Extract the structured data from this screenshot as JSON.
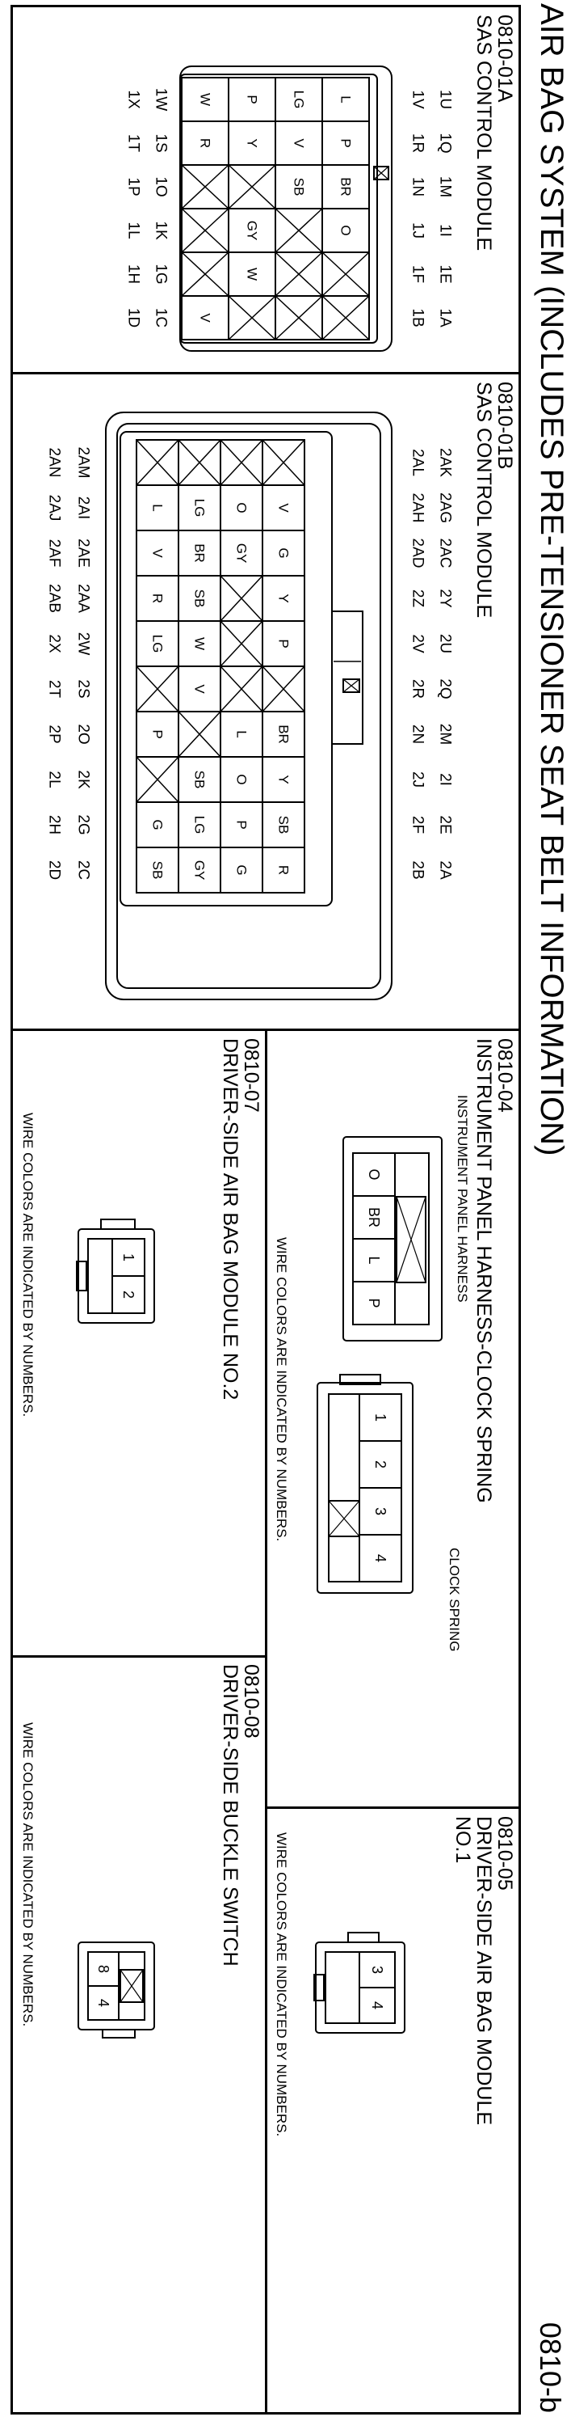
{
  "page": {
    "title": "AIR BAG SYSTEM (INCLUDES PRE-TENSIONER SEAT BELT INFORMATION)",
    "code": "0810-b"
  },
  "note": "WIRE COLORS ARE INDICATED BY NUMBERS.",
  "c01a": {
    "code": "0810-01A",
    "name": "SAS CONTROL MODULE",
    "top_labels": [
      "1U",
      "1Q",
      "1M",
      "1I",
      "1E",
      "1A"
    ],
    "row1_labels": [
      "1V",
      "1R",
      "1N",
      "1J",
      "1F",
      "1B"
    ],
    "row3_labels": [
      "1W",
      "1S",
      "1O",
      "1K",
      "1G",
      "1C"
    ],
    "bottom_labels": [
      "1X",
      "1T",
      "1P",
      "1L",
      "1H",
      "1D"
    ],
    "grid": [
      [
        "L",
        "P",
        "BR",
        "O",
        "",
        ""
      ],
      [
        "LG",
        "V",
        "SB",
        "",
        "",
        ""
      ],
      [
        "P",
        "Y",
        "",
        "GY",
        "W",
        ""
      ],
      [
        "W",
        "R",
        "",
        "",
        "",
        "V"
      ]
    ]
  },
  "c01b": {
    "code": "0810-01B",
    "name": "SAS CONTROL MODULE",
    "top_labels": [
      "2AK",
      "2AG",
      "2AC",
      "2Y",
      "2U",
      "2Q",
      "2M",
      "2I",
      "2E",
      "2A"
    ],
    "row1_labels": [
      "2AL",
      "2AH",
      "2AD",
      "2Z",
      "2V",
      "2R",
      "2N",
      "2J",
      "2F",
      "2B"
    ],
    "row3_labels": [
      "2AM",
      "2AI",
      "2AE",
      "2AA",
      "2W",
      "2S",
      "2O",
      "2K",
      "2G",
      "2C"
    ],
    "bottom_labels": [
      "2AN",
      "2AJ",
      "2AF",
      "2AB",
      "2X",
      "2T",
      "2P",
      "2L",
      "2H",
      "2D"
    ],
    "grid": [
      [
        "V",
        "G",
        "Y",
        "P",
        "",
        "BR",
        "Y",
        "SB",
        "R"
      ],
      [
        "O",
        "GY",
        "",
        "",
        "",
        "L",
        "O",
        "P",
        "G"
      ],
      [
        "LG",
        "BR",
        "SB",
        "W",
        "V",
        "",
        "SB",
        "LG",
        "GY"
      ],
      [
        "",
        "L",
        "V",
        "R",
        "LG",
        "",
        "P",
        "",
        "G",
        "SB"
      ]
    ]
  },
  "c04": {
    "code": "0810-04",
    "name": "INSTRUMENT PANEL HARNESS-CLOCK SPRING",
    "left_sub": "INSTRUMENT PANEL HARNESS",
    "left_pins": [
      "O",
      "BR",
      "L",
      "P"
    ],
    "right_sub": "CLOCK SPRING",
    "right_pins": [
      "1",
      "2",
      "3",
      "4"
    ]
  },
  "c05": {
    "code": "0810-05",
    "name1": "DRIVER-SIDE AIR BAG MODULE",
    "name2": "NO.1",
    "pins": [
      "3",
      "4"
    ]
  },
  "c07": {
    "code": "0810-07",
    "name": "DRIVER-SIDE AIR BAG MODULE NO.2",
    "pins": [
      "1",
      "2"
    ]
  },
  "c08": {
    "code": "0810-08",
    "name": "DRIVER-SIDE BUCKLE SWITCH",
    "pins": [
      "8",
      "4"
    ]
  }
}
